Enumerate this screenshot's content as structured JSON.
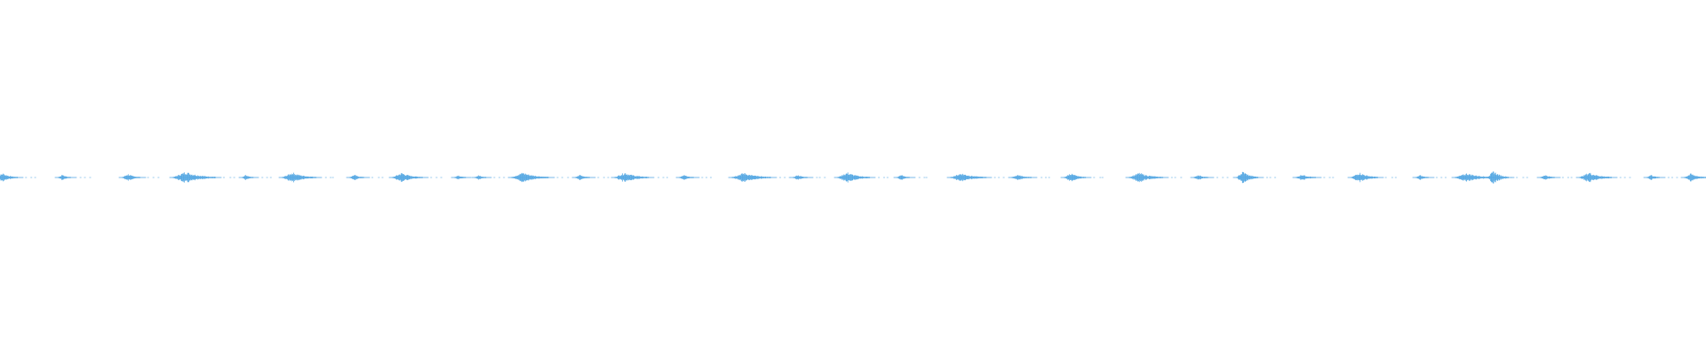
{
  "waveform": {
    "color": "#58a9e3",
    "background": "#ffffff",
    "bursts": [
      {
        "center": 8,
        "width": 24,
        "amp": 0.55
      },
      {
        "center": 73,
        "width": 14,
        "amp": 0.35
      },
      {
        "center": 148,
        "width": 20,
        "amp": 0.45
      },
      {
        "center": 219,
        "width": 48,
        "amp": 0.75
      },
      {
        "center": 279,
        "width": 12,
        "amp": 0.3
      },
      {
        "center": 337,
        "width": 38,
        "amp": 0.65
      },
      {
        "center": 402,
        "width": 16,
        "amp": 0.35
      },
      {
        "center": 459,
        "width": 34,
        "amp": 0.6
      },
      {
        "center": 518,
        "width": 12,
        "amp": 0.3
      },
      {
        "center": 541,
        "width": 12,
        "amp": 0.3
      },
      {
        "center": 597,
        "width": 42,
        "amp": 0.65
      },
      {
        "center": 656,
        "width": 16,
        "amp": 0.35
      },
      {
        "center": 711,
        "width": 38,
        "amp": 0.65
      },
      {
        "center": 773,
        "width": 16,
        "amp": 0.3
      },
      {
        "center": 846,
        "width": 44,
        "amp": 0.6
      },
      {
        "center": 901,
        "width": 16,
        "amp": 0.35
      },
      {
        "center": 961,
        "width": 36,
        "amp": 0.65
      },
      {
        "center": 1017,
        "width": 14,
        "amp": 0.35
      },
      {
        "center": 1090,
        "width": 40,
        "amp": 0.55
      },
      {
        "center": 1150,
        "width": 22,
        "amp": 0.35
      },
      {
        "center": 1210,
        "width": 24,
        "amp": 0.55
      },
      {
        "center": 1290,
        "width": 38,
        "amp": 0.6
      },
      {
        "center": 1352,
        "width": 16,
        "amp": 0.35
      },
      {
        "center": 1404,
        "width": 24,
        "amp": 0.8
      },
      {
        "center": 1470,
        "width": 22,
        "amp": 0.4
      },
      {
        "center": 1536,
        "width": 30,
        "amp": 0.65
      },
      {
        "center": 1601,
        "width": 14,
        "amp": 0.3
      },
      {
        "center": 1660,
        "width": 44,
        "amp": 0.55
      },
      {
        "center": 1686,
        "width": 24,
        "amp": 0.85
      },
      {
        "center": 1742,
        "width": 16,
        "amp": 0.35
      },
      {
        "center": 1796,
        "width": 36,
        "amp": 0.65
      },
      {
        "center": 1861,
        "width": 14,
        "amp": 0.35
      },
      {
        "center": 1908,
        "width": 24,
        "amp": 0.5
      }
    ]
  }
}
